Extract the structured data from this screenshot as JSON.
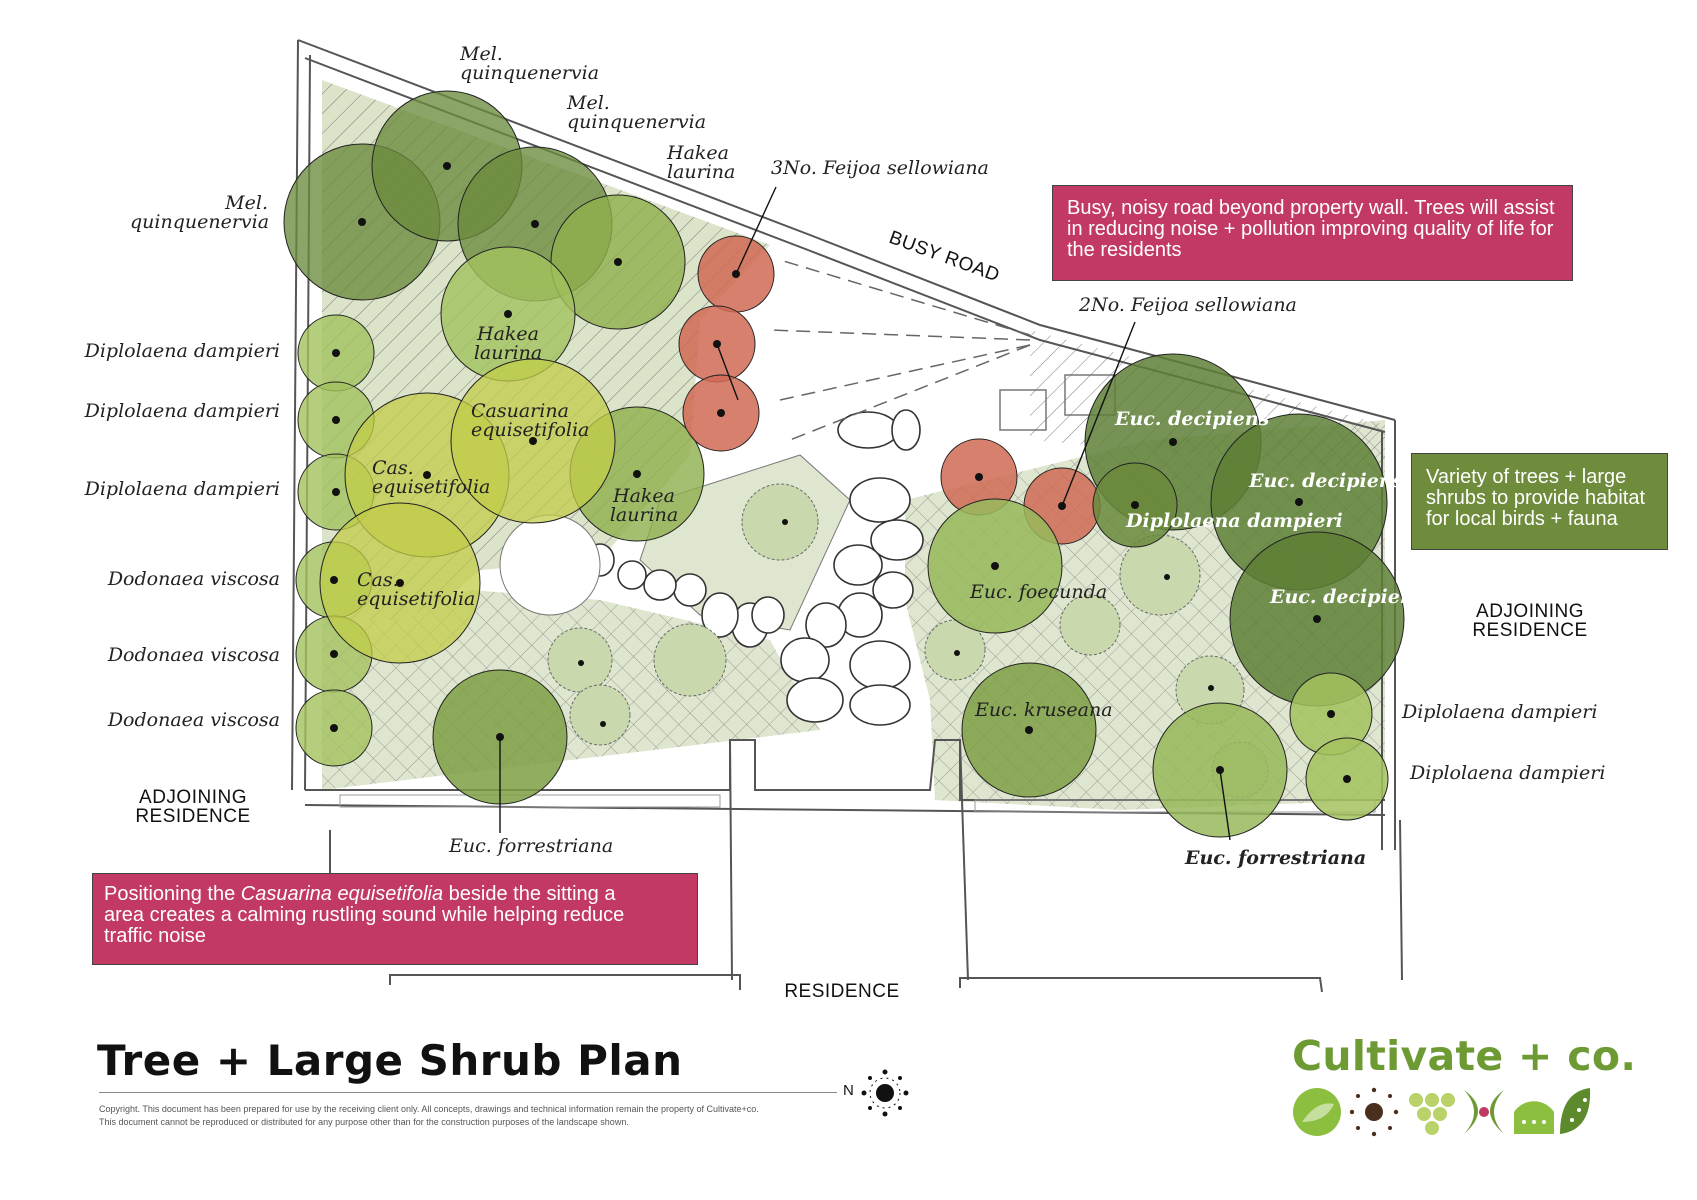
{
  "title": "Tree + Large Shrub Plan",
  "copyright": [
    "Copyright. This document has been prepared for use by the receiving client only. All concepts, drawings and technical information remain the property of Cultivate+co.",
    "This document cannot be reproduced or distributed for any purpose other than for the construction purposes of the landscape shown."
  ],
  "north_label": "N",
  "brand": {
    "name": "Cultivate + co."
  },
  "context_labels": {
    "busy_road": "BUSY ROAD",
    "adjoining_left": "ADJOINING\nRESIDENCE",
    "adjoining_right": "ADJOINING\nRESIDENCE",
    "residence": "RESIDENCE"
  },
  "notes": {
    "noise": "Busy, noisy road beyond property wall. Trees will assist\nin reducing noise + pollution improving quality of life for\nthe residents",
    "habitat": "Variety of trees + large\nshrubs to provide habitat\nfor local birds + fauna",
    "casuarina_before": "Positioning the ",
    "casuarina_species": "Casuarina equisetifolia",
    "casuarina_after": " beside the sitting a\narea creates a calming rustling sound while helping reduce\ntraffic noise"
  },
  "plant_labels": {
    "mel_1": "Mel.\nquinquenervia",
    "mel_2": "Mel.\nquinquenervia",
    "mel_3": "Mel.\nquinquenervia",
    "hakea_top": "Hakea\nlaurina",
    "hakea_mid": "Hakea\nlaurina",
    "hakea_low": "Hakea\nlaurina",
    "feijoa_3": "3No. Feijoa sellowiana",
    "feijoa_2": "2No. Feijoa sellowiana",
    "dip_l1": "Diplolaena dampieri",
    "dip_l2": "Diplolaena dampieri",
    "dip_l3": "Diplolaena dampieri",
    "dod_1": "Dodonaea viscosa",
    "dod_2": "Dodonaea viscosa",
    "dod_3": "Dodonaea viscosa",
    "casuarina": "Casuarina\nequisetifolia",
    "cas_1": "Cas.\nequisetifolia",
    "cas_2": "Cas.\nequisetifolia",
    "euc_forr_l": "Euc. forrestriana",
    "euc_forr_r": "Euc. forrestriana",
    "euc_dec_1": "Euc. decipiens",
    "euc_dec_2": "Euc. decipiens",
    "euc_dec_3": "Euc. decipiens",
    "dip_c": "Diplolaena dampieri",
    "euc_foec": "Euc. foecunda",
    "euc_krus": "Euc. kruseana",
    "dip_r1": "Diplolaena dampieri",
    "dip_r2": "Diplolaena dampieri"
  },
  "colors": {
    "note_pink": "#c23a63",
    "note_green": "#6e8c3c",
    "tree_dark": "#6a8a3c",
    "tree_mid": "#98b85a",
    "tree_yellow": "#c2cc48",
    "feijoa_red": "#d06a55",
    "brand_green": "#6e9a34",
    "brand_brown": "#4a2e1e"
  }
}
